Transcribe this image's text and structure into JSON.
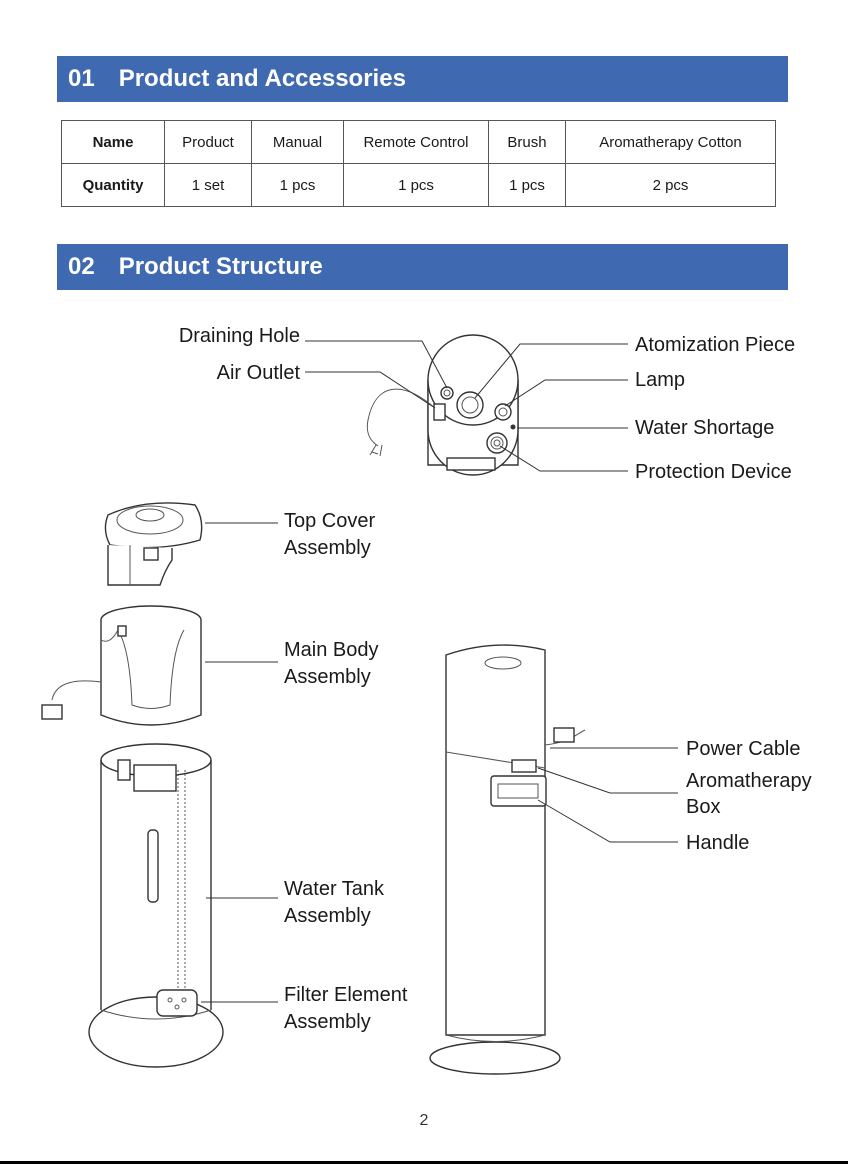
{
  "sections": [
    {
      "number": "01",
      "title": "Product and Accessories"
    },
    {
      "number": "02",
      "title": "Product Structure"
    }
  ],
  "accessories_table": {
    "name_header": "Name",
    "quantity_header": "Quantity",
    "items": [
      {
        "name": "Product",
        "quantity": "1 set"
      },
      {
        "name": "Manual",
        "quantity": "1 pcs"
      },
      {
        "name": "Remote Control",
        "quantity": "1 pcs"
      },
      {
        "name": "Brush",
        "quantity": "1 pcs"
      },
      {
        "name": "Aromatherapy Cotton",
        "quantity": "2 pcs"
      }
    ]
  },
  "structure_labels": {
    "draining_hole": "Draining Hole",
    "air_outlet": "Air Outlet",
    "atomization_piece": "Atomization Piece",
    "lamp": "Lamp",
    "water_shortage": "Water Shortage",
    "protection_device": "Protection Device",
    "top_cover_1": "Top Cover",
    "top_cover_2": "Assembly",
    "main_body_1": "Main Body",
    "main_body_2": "Assembly",
    "water_tank_1": "Water Tank",
    "water_tank_2": "Assembly",
    "filter_element_1": "Filter Element",
    "filter_element_2": "Assembly",
    "power_cable": "Power Cable",
    "aromatherapy_box_1": "Aromatherapy",
    "aromatherapy_box_2": "Box",
    "handle": "Handle"
  },
  "page_number": "2"
}
